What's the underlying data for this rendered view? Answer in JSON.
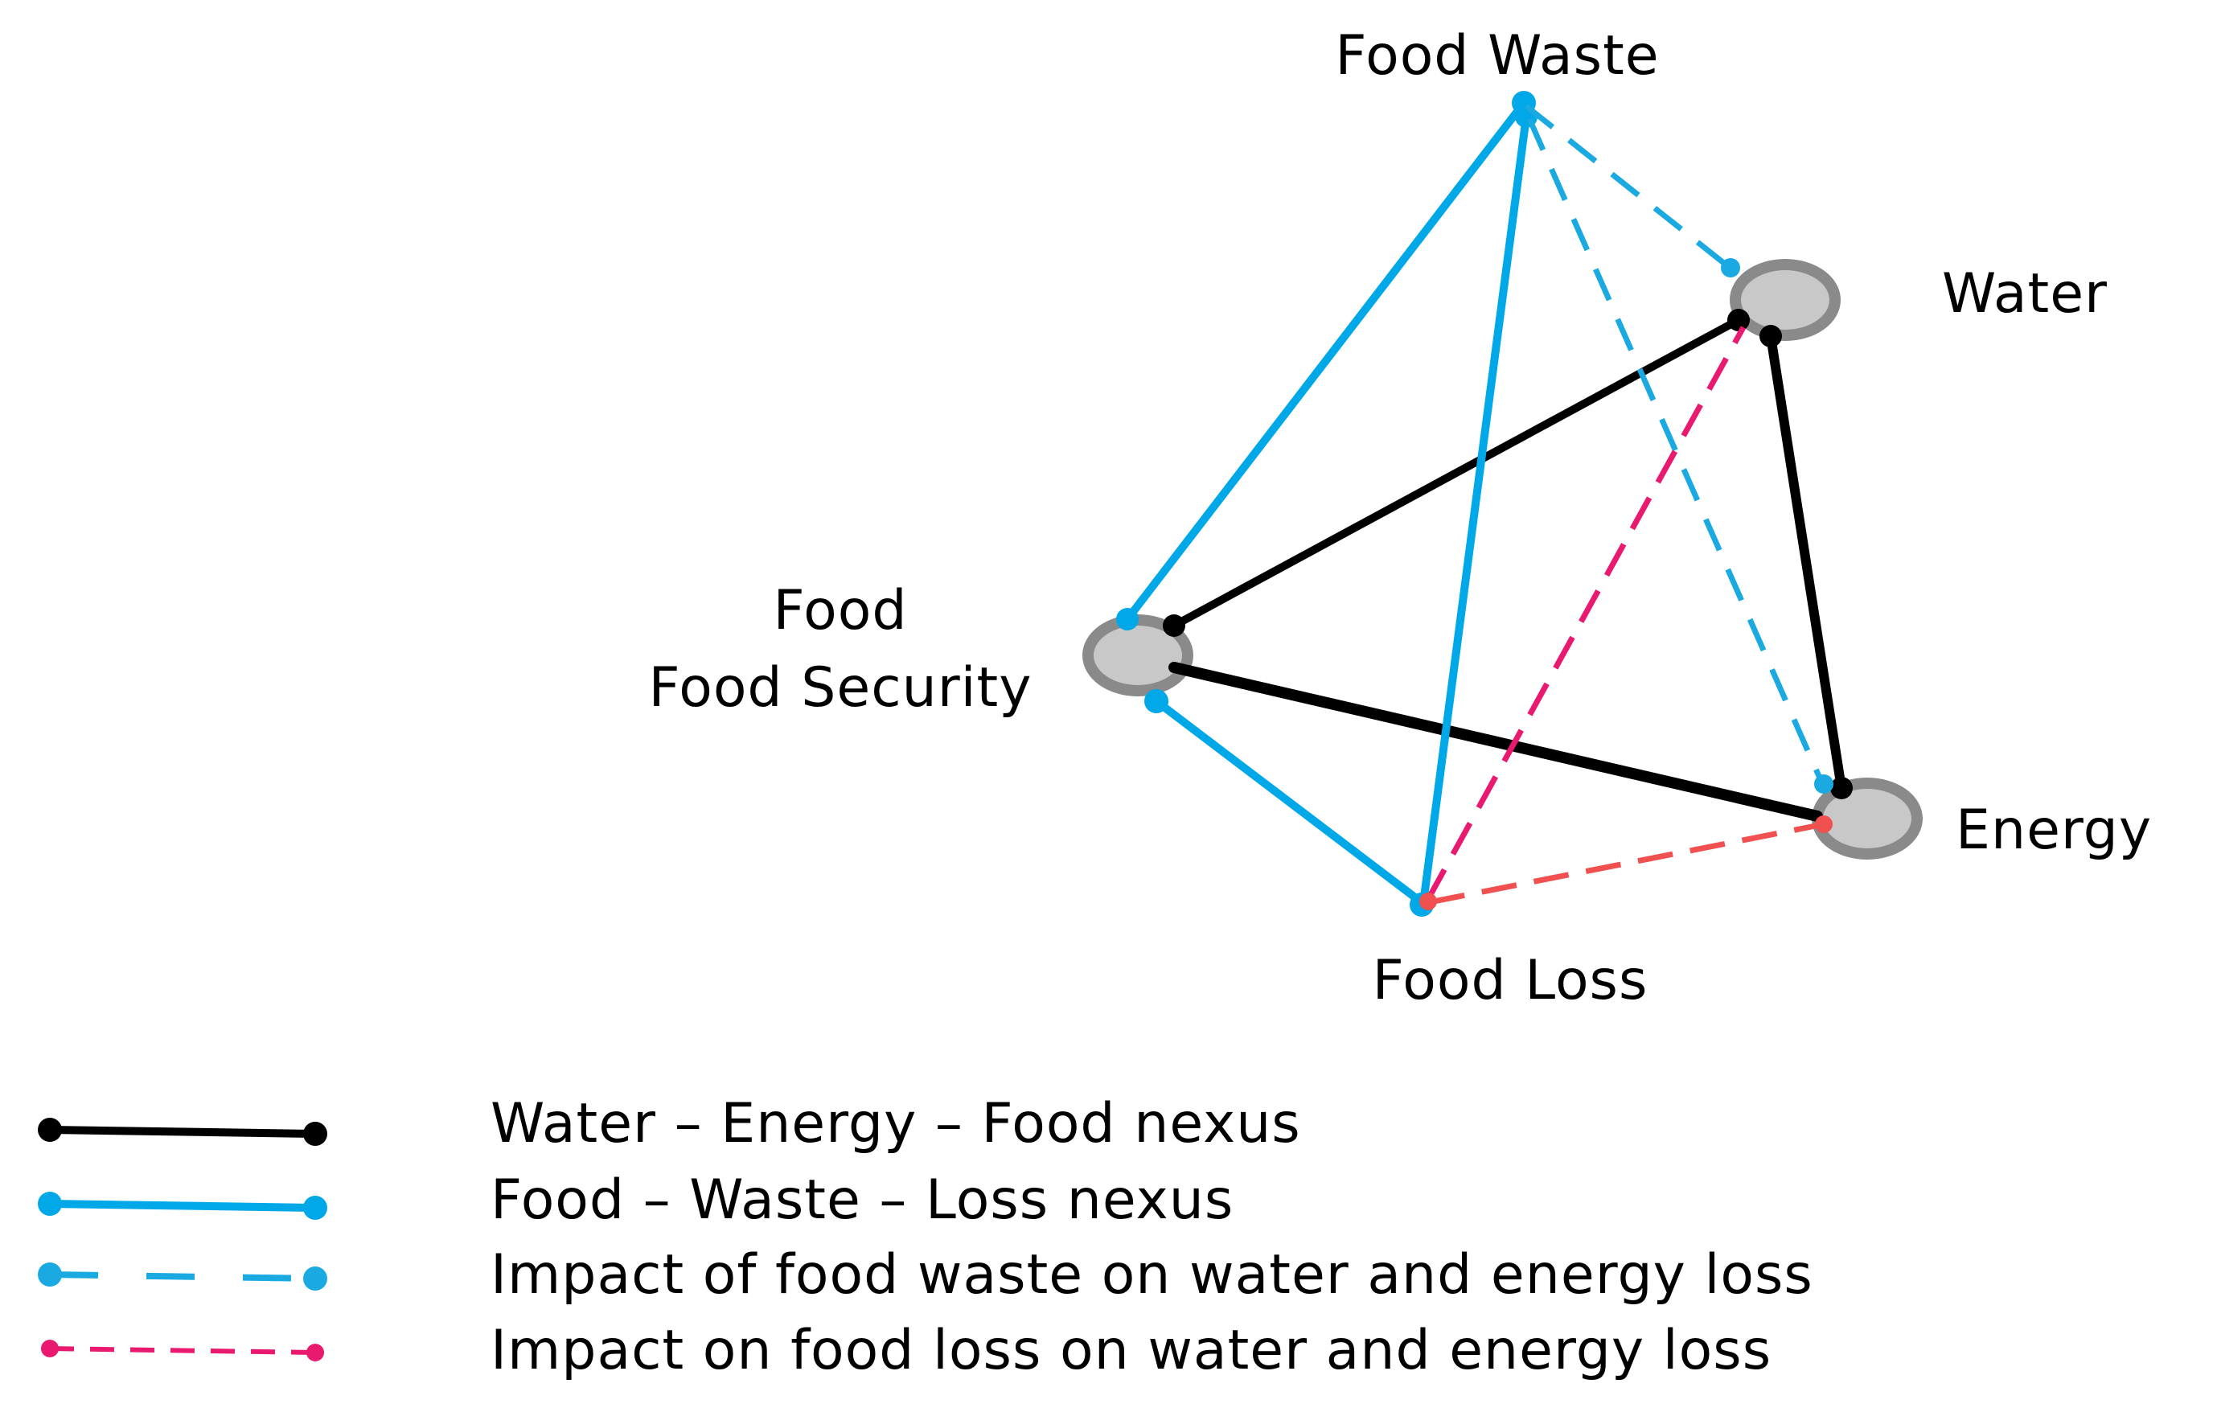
{
  "nodes": {
    "food_waste": {
      "label": "Food Waste"
    },
    "water": {
      "label": "Water"
    },
    "food": {
      "label_line1": "Food",
      "label_line2": "Food Security"
    },
    "energy": {
      "label": "Energy"
    },
    "food_loss": {
      "label": "Food Loss"
    }
  },
  "legend": [
    {
      "label": "Water – Energy – Food nexus",
      "color": "#000000",
      "style": "solid"
    },
    {
      "label": "Food – Waste – Loss nexus",
      "color": "#00A8E8",
      "style": "solid"
    },
    {
      "label": "Impact of food waste on water and energy loss",
      "color": "#1AA9E0",
      "style": "dashed"
    },
    {
      "label": "Impact on food loss on water and energy loss",
      "color": "#E8196E",
      "style": "dashed"
    }
  ],
  "colors": {
    "nexus_black": "#000000",
    "nexus_blue": "#00A8E8",
    "impact_blue": "#1AA9E0",
    "impact_pink": "#E8196E",
    "impact_red": "#F05050",
    "node_fill": "#C8C8C8",
    "node_ring": "#8A8A8A"
  }
}
